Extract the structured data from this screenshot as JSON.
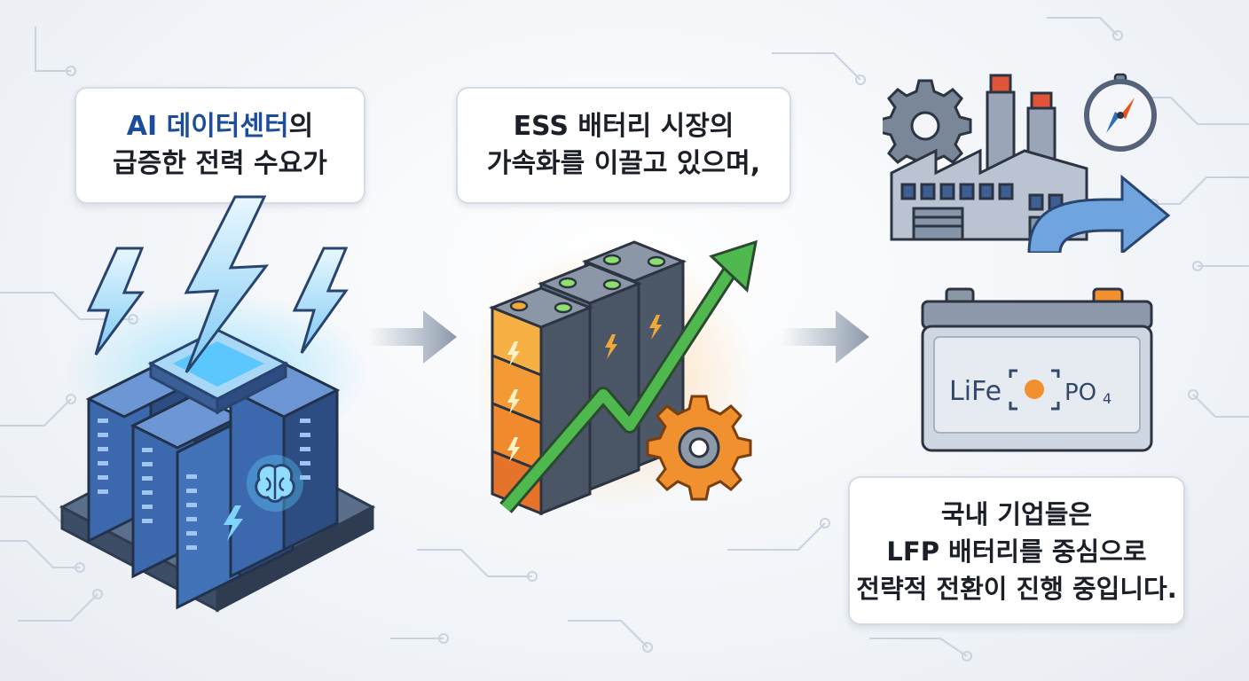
{
  "callouts": {
    "first": {
      "highlight": "AI 데이터센터",
      "rest": "의",
      "line2": "급증한 전력 수요가"
    },
    "second": {
      "line1": "ESS 배터리 시장의",
      "line2": "가속화를 이끌고 있으며,"
    },
    "third": {
      "line1": "국내 기업들은",
      "line2": "LFP 배터리를 중심으로",
      "line3": "전략적 전환이 진행 중입니다."
    }
  },
  "battery_label": {
    "left": "LiFe",
    "right": "PO",
    "subscript": "4"
  },
  "colors": {
    "accent_blue": "#1c4c9c",
    "server_blue": "#3b6fb6",
    "glow_cyan": "#5fd0ff",
    "battery_orange": "#f08a2c",
    "growth_green": "#46b04a",
    "gear_orange": "#f0902f",
    "flow_arrow": "#9aa7b8"
  },
  "icons": [
    "lightning-icon",
    "brain-icon",
    "gear-icon",
    "factory-icon",
    "compass-icon",
    "curved-arrow-icon",
    "battery-icon"
  ]
}
